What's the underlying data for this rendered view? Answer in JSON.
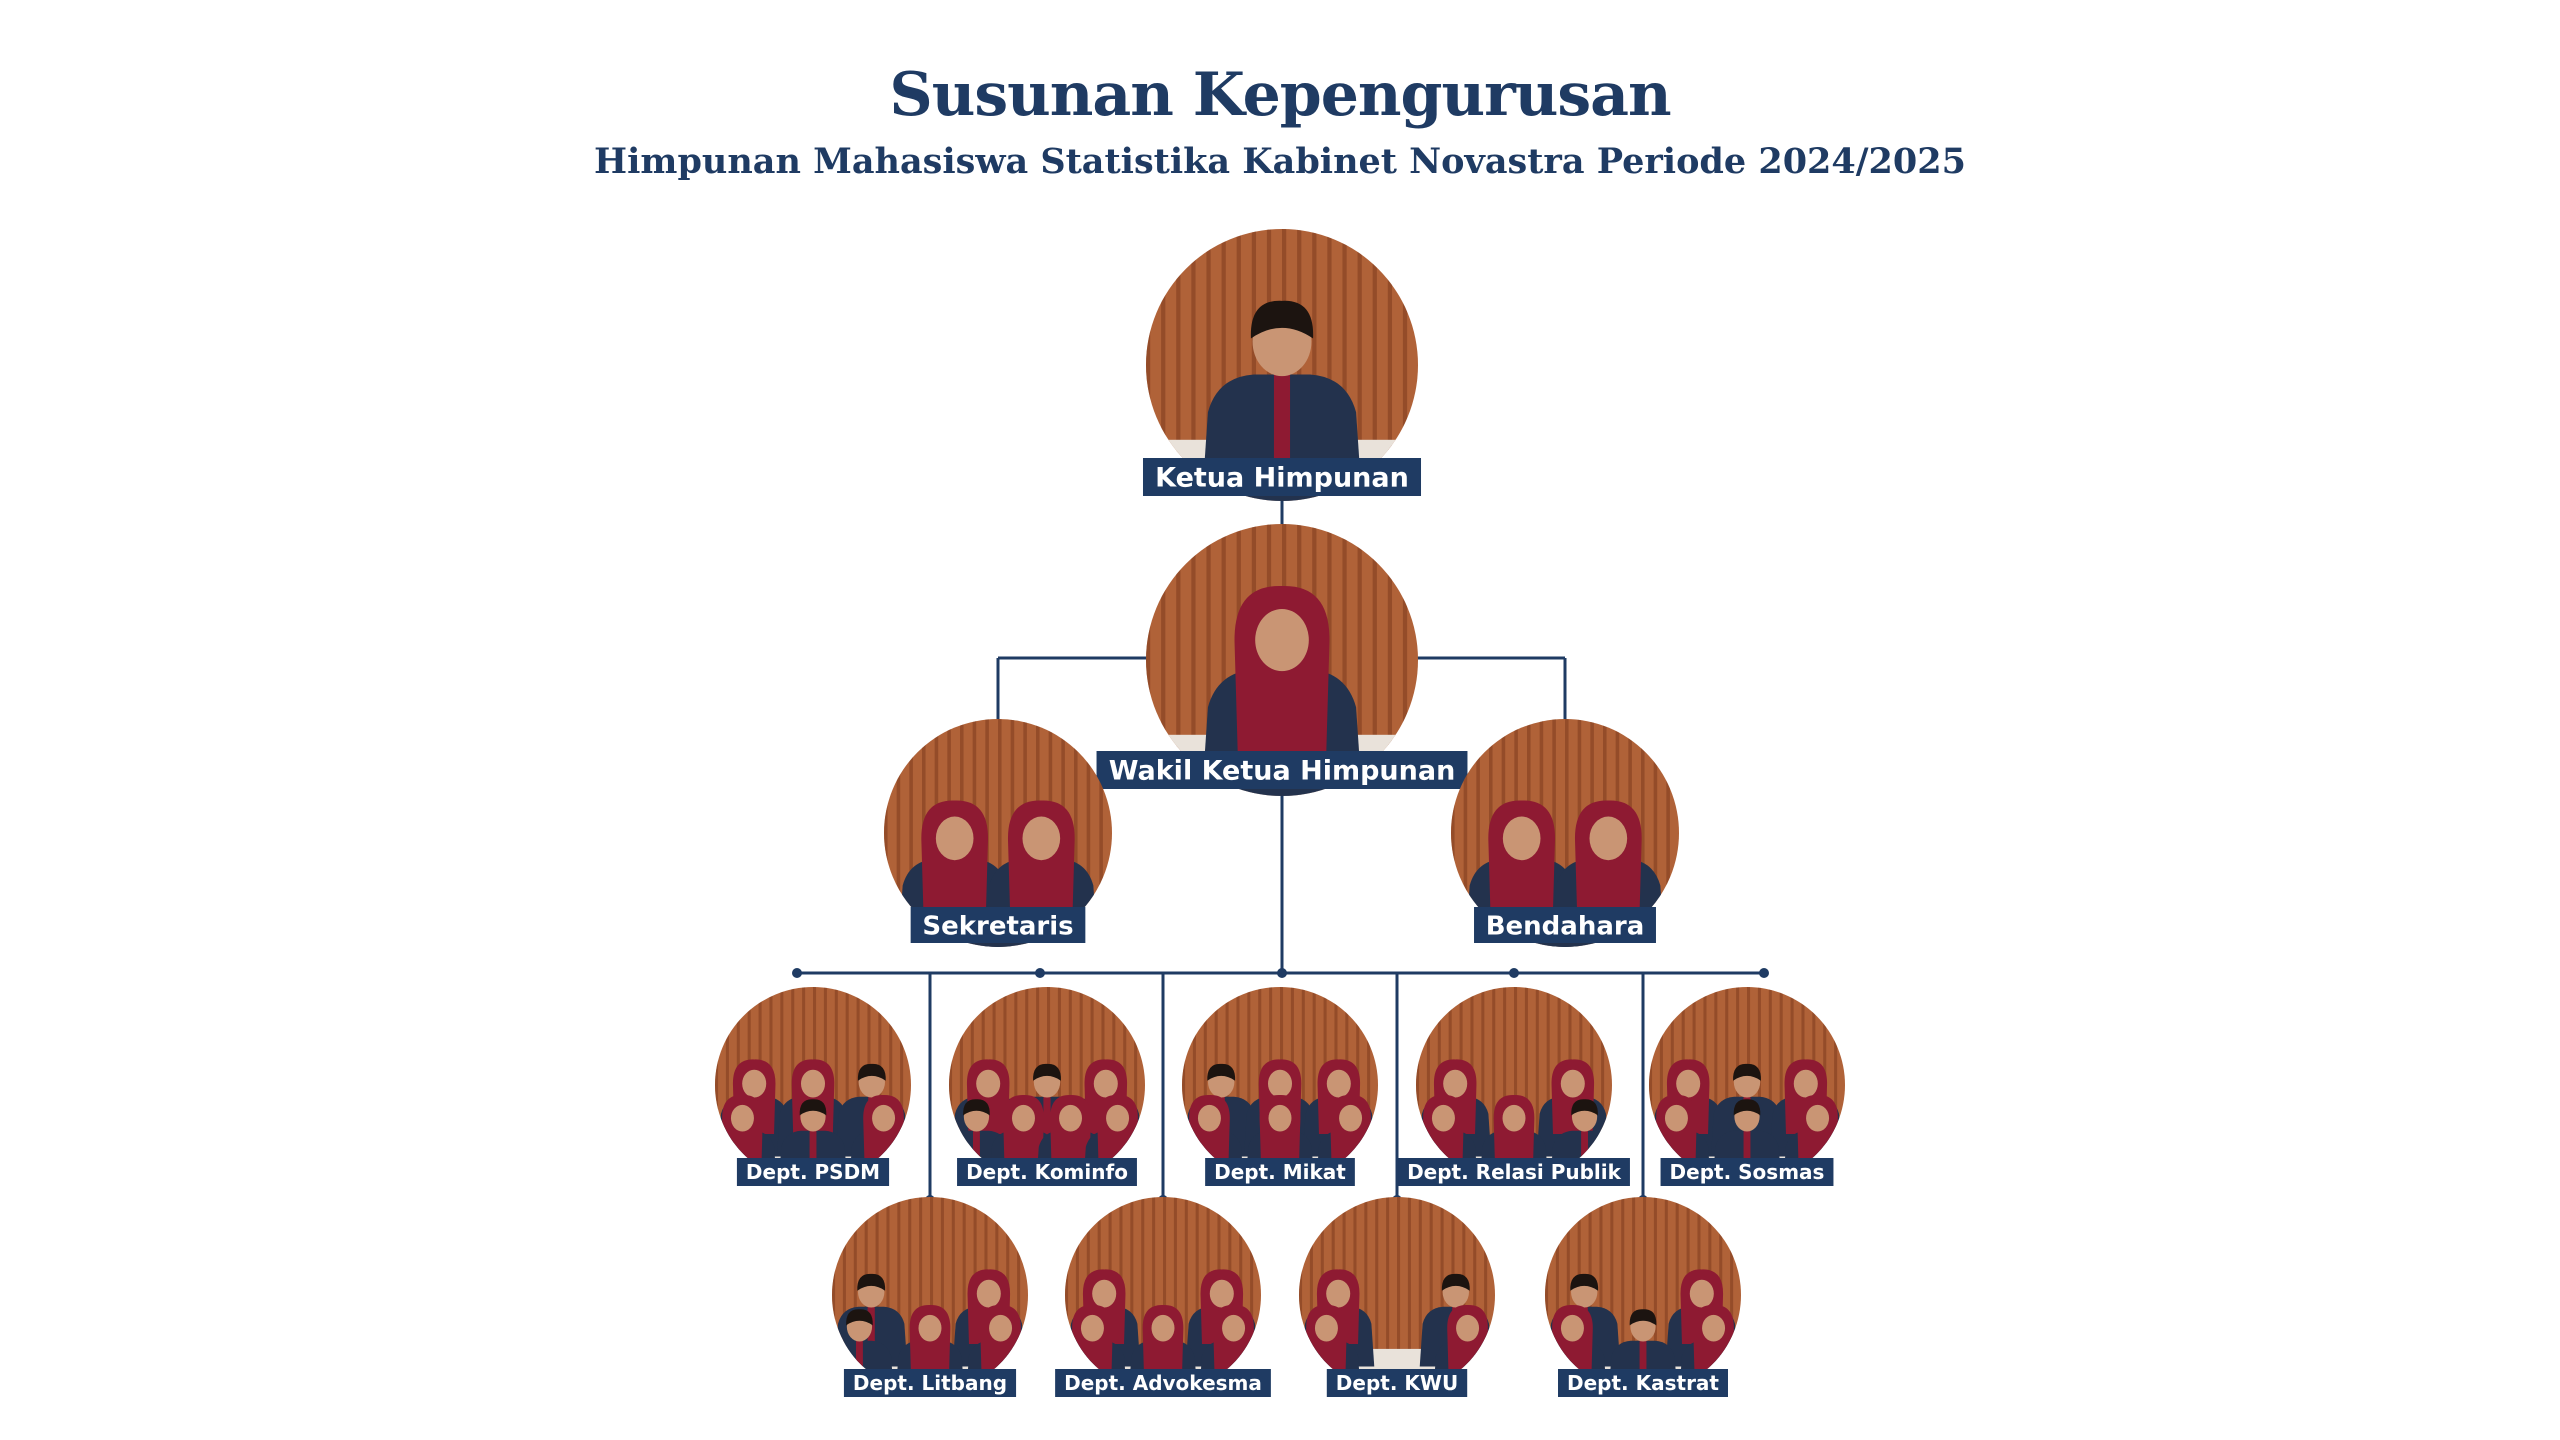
{
  "header": {
    "title": "Susunan Kepengurusan",
    "subtitle": "Himpunan Mahasiswa Statistika  Kabinet Novastra Periode 2024/2025"
  },
  "colors": {
    "navy": "#1f3b63",
    "wall": "#b06238",
    "wall_dark": "#7d3b1e",
    "uniform": "#23324d",
    "hijab": "#8e1a32",
    "skin": "#c99574",
    "label_text": "#ffffff"
  },
  "positions": [
    {
      "id": "ketua",
      "label": "Ketua Himpunan",
      "people": 1
    },
    {
      "id": "wakil",
      "label": "Wakil Ketua Himpunan",
      "people": 1
    },
    {
      "id": "sekretaris",
      "label": "Sekretaris",
      "people": 2
    },
    {
      "id": "bendahara",
      "label": "Bendahara",
      "people": 2
    },
    {
      "id": "psdm",
      "label": "Dept. PSDM",
      "people": 6
    },
    {
      "id": "kominfo",
      "label": "Dept. Kominfo",
      "people": 7
    },
    {
      "id": "mikat",
      "label": "Dept. Mikat",
      "people": 6
    },
    {
      "id": "relasi",
      "label": "Dept. Relasi Publik",
      "people": 5
    },
    {
      "id": "sosmas",
      "label": "Dept. Sosmas",
      "people": 6
    },
    {
      "id": "litbang",
      "label": "Dept. Litbang",
      "people": 5
    },
    {
      "id": "advokesma",
      "label": "Dept. Advokesma",
      "people": 5
    },
    {
      "id": "kwu",
      "label": "Dept. KWU",
      "people": 4
    },
    {
      "id": "kastrat",
      "label": "Dept. Kastrat",
      "people": 5
    }
  ]
}
